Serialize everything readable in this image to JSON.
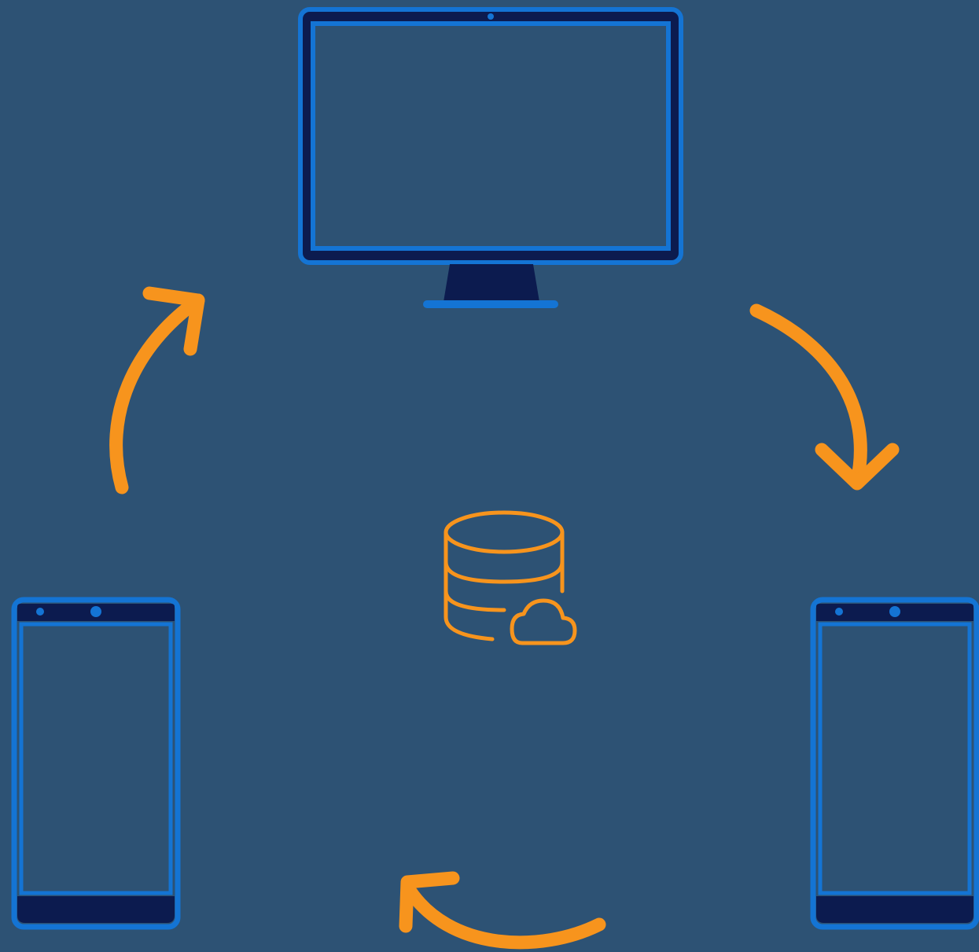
{
  "colors": {
    "background": "#2d5274",
    "device_outline": "#1474d4",
    "device_dark": "#0c1b4f",
    "arrow": "#f7941d",
    "center_icon": "#f7941d"
  },
  "nodes": [
    {
      "name": "desktop-monitor",
      "icon": "monitor-icon"
    },
    {
      "name": "left-phone",
      "icon": "smartphone-icon"
    },
    {
      "name": "right-phone",
      "icon": "smartphone-icon"
    },
    {
      "name": "cloud-database",
      "icon": "database-cloud-icon"
    }
  ],
  "flows": [
    {
      "from": "left-phone",
      "to": "desktop-monitor"
    },
    {
      "from": "desktop-monitor",
      "to": "right-phone"
    },
    {
      "from": "right-phone",
      "to": "left-phone"
    }
  ]
}
